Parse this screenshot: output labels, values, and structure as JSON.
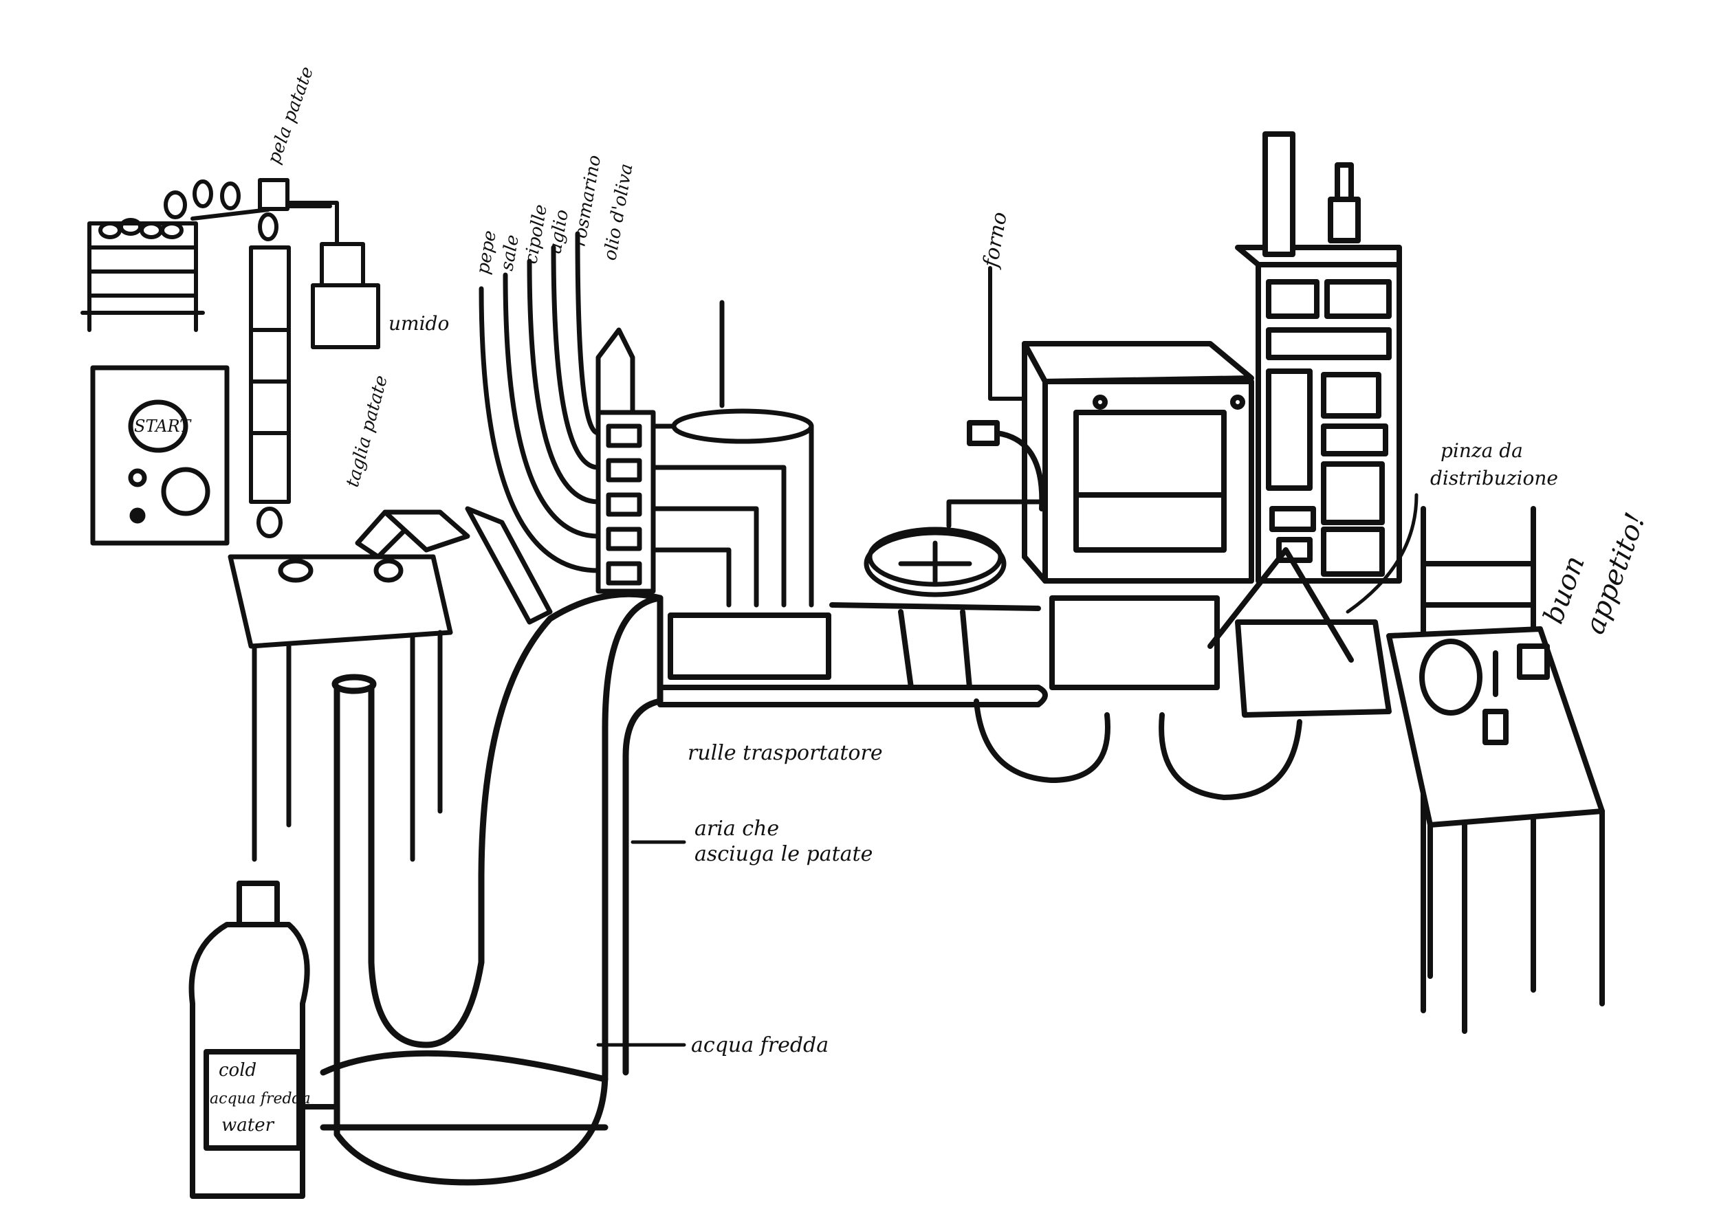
{
  "labels": {
    "pela_patate": "pela patate",
    "umido": "umido",
    "start": "START",
    "taglia_patate": "taglia patate",
    "pepe": "pepe",
    "sale": "sale",
    "cipolle": "cipolle",
    "aglio": "aglio",
    "rosmarino": "rosmarino",
    "olio": "olio d'oliva",
    "forno": "forno",
    "rulle": "rulle trasportatore",
    "aria": "aria che",
    "aria2": "asciuga le patate",
    "acqua": "acqua fredda",
    "cold": "cold",
    "acqua_fredda": "acqua fredda",
    "water": "water",
    "pinza": "pinza da",
    "pinza2": "distribuzione",
    "buon": "buon",
    "appetito": "appetito!"
  }
}
